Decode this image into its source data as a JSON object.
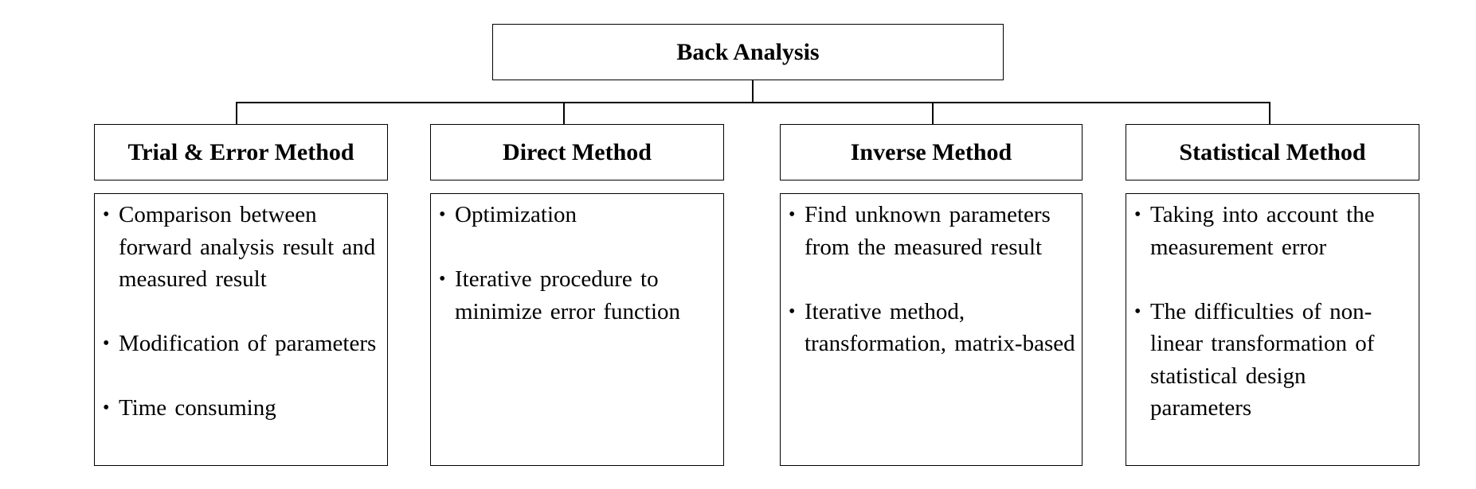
{
  "root": {
    "title": "Back Analysis"
  },
  "methods": [
    {
      "title": "Trial & Error Method",
      "bullets": [
        "Comparison between forward analysis result and measured result",
        "Modification of parameters",
        "Time consuming"
      ]
    },
    {
      "title": "Direct Method",
      "bullets": [
        "Optimization",
        "Iterative procedure to minimize error function"
      ]
    },
    {
      "title": "Inverse Method",
      "bullets": [
        "Find unknown parameters from the measured result",
        "Iterative method, transformation, matrix-based"
      ]
    },
    {
      "title": "Statistical Method",
      "bullets": [
        "Taking into account the measurement error",
        "The difficulties of non-linear transformation of statistical design parameters"
      ]
    }
  ]
}
